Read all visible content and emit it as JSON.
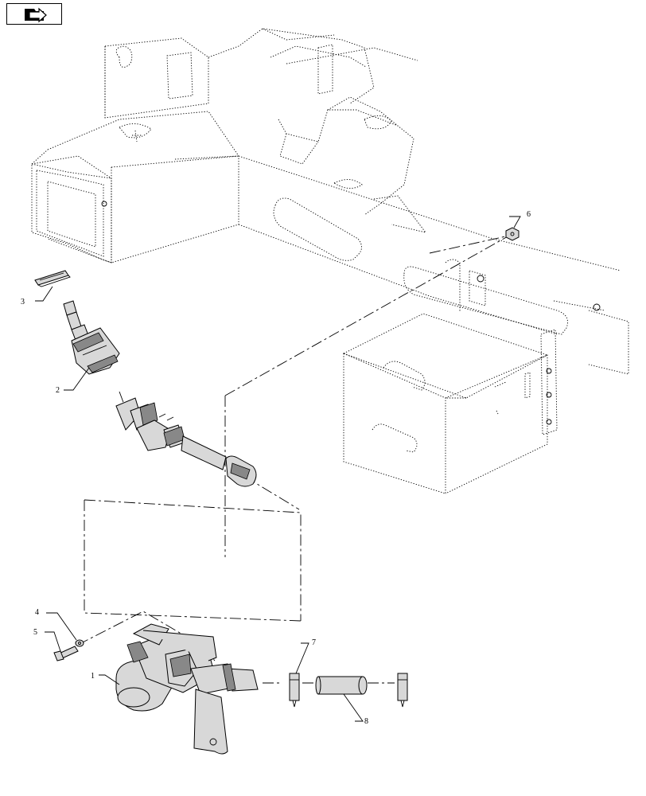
{
  "nav": {
    "icon": "arrow-folder-icon"
  },
  "callouts": {
    "c1": "1",
    "c2": "2",
    "c3": "3",
    "c4": "4",
    "c5": "5",
    "c6": "6",
    "c7": "7",
    "c8": "8"
  }
}
